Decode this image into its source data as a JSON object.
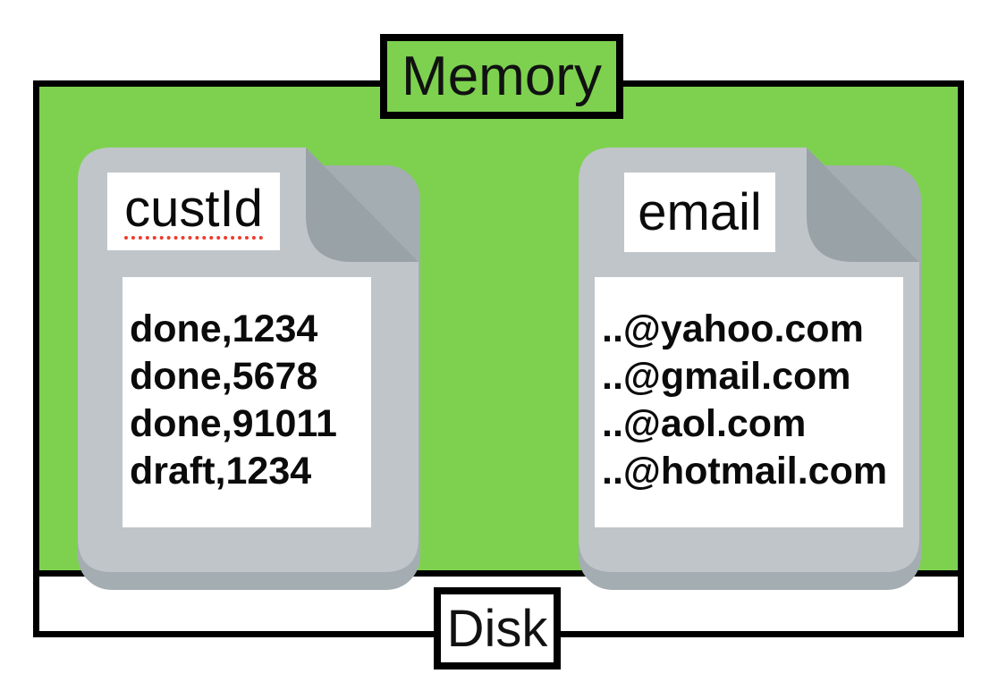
{
  "diagram": {
    "memory_label": "Memory",
    "disk_label": "Disk"
  },
  "files": [
    {
      "name": "custId",
      "lines": [
        "done,1234",
        "done,5678",
        "done,91011",
        "draft,1234"
      ]
    },
    {
      "name": "email",
      "lines": [
        "..@yahoo.com",
        "..@gmail.com",
        "..@aol.com",
        "..@hotmail.com"
      ]
    }
  ],
  "colors": {
    "memory_green": "#7dd14f",
    "file_body_gray": "#c0c5c9",
    "file_fold_gray": "#98a2a7",
    "file_shadow_gray": "#a4adb2",
    "spellcheck_red": "#ef3b2d",
    "border_black": "#000000"
  }
}
